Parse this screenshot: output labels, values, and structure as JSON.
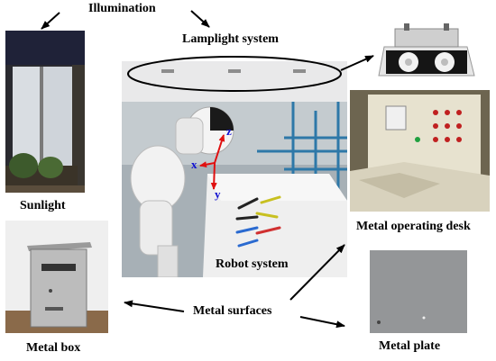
{
  "labels": {
    "illumination": "Illumination",
    "lamplight": "Lamplight system",
    "sunlight": "Sunlight",
    "robot_system": "Robot system",
    "operating_desk": "Metal operating desk",
    "metal_box": "Metal box",
    "metal_surfaces": "Metal surfaces",
    "metal_plate": "Metal plate"
  },
  "axes": {
    "z": "z",
    "x": "x",
    "y": "y"
  },
  "colors": {
    "axis_red": "#e01010",
    "axis_blue": "#1010d0",
    "arrow": "#000000"
  }
}
